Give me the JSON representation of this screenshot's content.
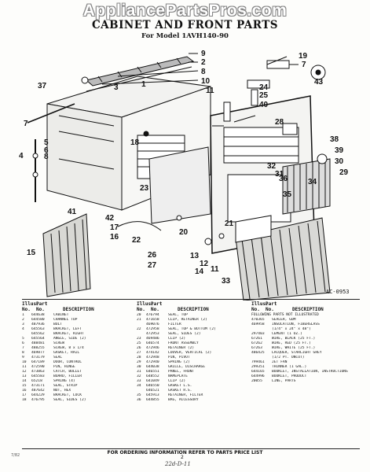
{
  "watermark": "AppliancePartsPros.com",
  "title": "CABINET AND FRONT PARTS",
  "subtitle": "For Model 1AVH140-90",
  "diagram_code": "AC-0953",
  "callouts": [
    "1",
    "2",
    "3",
    "4",
    "5",
    "6",
    "7",
    "8",
    "9",
    "10",
    "11",
    "12",
    "13",
    "14",
    "15",
    "16",
    "17",
    "18",
    "19",
    "20",
    "21",
    "22",
    "23",
    "24",
    "25",
    "26",
    "27",
    "28",
    "29",
    "30",
    "31",
    "32",
    "33",
    "34",
    "35",
    "36",
    "37",
    "38",
    "39",
    "40",
    "41",
    "42",
    "43"
  ],
  "headers": {
    "illus": "Illus.",
    "no": "No.",
    "part": "Part",
    "partno": "No.",
    "desc": "DESCRIPTION"
  },
  "column1": [
    {
      "illus": "1",
      "part": "644638",
      "desc": "CABINET"
    },
    {
      "illus": "2",
      "part": "644580",
      "desc": "CHANNEL TOP"
    },
    {
      "illus": "3",
      "part": "487936",
      "desc": "BOLT"
    },
    {
      "illus": "4",
      "part": "645563",
      "desc": "BRACKET, LEFT"
    },
    {
      "illus": "",
      "part": "645562",
      "desc": "BRACKET, RIGHT"
    },
    {
      "illus": "5",
      "part": "645564",
      "desc": "ANGLE, SIDE (2)"
    },
    {
      "illus": "6",
      "part": "488481",
      "desc": "SCREW"
    },
    {
      "illus": "7",
      "part": "488255",
      "desc": "SCREW, 8 x 1/4"
    },
    {
      "illus": "8",
      "part": "469877",
      "desc": "GASKET, RAIL"
    },
    {
      "illus": "9",
      "part": "473179",
      "desc": "SEAL"
    },
    {
      "illus": "10",
      "part": "647189",
      "desc": "DOOR, CONTROL"
    },
    {
      "illus": "11",
      "part": "472590",
      "desc": "PIN, HINGE"
    },
    {
      "illus": "12",
      "part": "473863",
      "desc": "CATCH, BULLET"
    },
    {
      "illus": "13",
      "part": "645583",
      "desc": "BOARD, FILLER"
    },
    {
      "illus": "14",
      "part": "65218",
      "desc": "SPRING (4)"
    },
    {
      "illus": "15",
      "part": "473171",
      "desc": "SEAL, STRIP"
    },
    {
      "illus": "16",
      "part": "487642",
      "desc": "NUT, HEX"
    },
    {
      "illus": "17",
      "part": "644229",
      "desc": "BRACKET, LOCK"
    },
    {
      "illus": "18",
      "part": "476795",
      "desc": "SEAL, SIDES (2)"
    }
  ],
  "column2": [
    {
      "illus": "20",
      "part": "476794",
      "desc": "SEAL, TOP"
    },
    {
      "illus": "21",
      "part": "471658",
      "desc": "CLIP, RETAINER (2)"
    },
    {
      "illus": "",
      "part": "469076",
      "desc": "FILTER"
    },
    {
      "illus": "22",
      "part": "472958",
      "desc": "SEAL, TOP & BOTTOM (2)"
    },
    {
      "illus": "",
      "part": "472953",
      "desc": "SEAL, SIDES (2)"
    },
    {
      "illus": "23",
      "part": "469486",
      "desc": "CLIP (2)"
    },
    {
      "illus": "25",
      "part": "646574",
      "desc": "FRONT ASSEMBLY"
    },
    {
      "illus": "26",
      "part": "472946",
      "desc": "RETAINER (2)"
    },
    {
      "illus": "27",
      "part": "474142",
      "desc": "LOUVER, VERTICAL (2)"
    },
    {
      "illus": "28",
      "part": "472948",
      "desc": "PIN, PIVOT"
    },
    {
      "illus": "29",
      "part": "472940",
      "desc": "SPRING (2)"
    },
    {
      "illus": "30",
      "part": "644038",
      "desc": "GRILLE, DISCHARGE"
    },
    {
      "illus": "31",
      "part": "646551",
      "desc": "PANEL, FRONT"
    },
    {
      "illus": "32",
      "part": "648552",
      "desc": "NAMEPLATE"
    },
    {
      "illus": "33",
      "part": "641049",
      "desc": "CLIP (2)"
    },
    {
      "illus": "34",
      "part": "646550",
      "desc": "GASKET L.S."
    },
    {
      "illus": "",
      "part": "646521",
      "desc": "GASKET R.S."
    },
    {
      "illus": "35",
      "part": "645913",
      "desc": "RETAINER, FILTER"
    },
    {
      "illus": "36",
      "part": "644855",
      "desc": "BAG, ACCESSORY"
    }
  ],
  "column3_header": "FOLLOWING PARTS NOT ILLUSTRATED",
  "column3": [
    {
      "part": "470365",
      "desc": "SEALER, GUM"
    },
    {
      "part": "469958",
      "desc": "INSULATION, FIBERGLASS"
    },
    {
      "part": "",
      "desc": "(1/4\" x 24\" x 48\")"
    },
    {
      "part": "297403",
      "desc": "CEMENT (1 OZ.)"
    },
    {
      "part": "67261",
      "desc": "WIRE, BLACK (25 FT.)"
    },
    {
      "part": "67262",
      "desc": "WIRE, RED (25 FT.)"
    },
    {
      "part": "67263",
      "desc": "WIRE, WHITE (25 FT.)"
    },
    {
      "part": "486425",
      "desc": "LACQUER, STARLIGHT GREY"
    },
    {
      "part": "",
      "desc": "(1/2 PT. UNCUT)"
    },
    {
      "part": "799461",
      "desc": "JET FAN"
    },
    {
      "part": "299351",
      "desc": "THINNER (1 GAL.)"
    },
    {
      "part": "644165",
      "desc": "BOOKLET, INSTALLATION, INSTRUCTIONS"
    },
    {
      "part": "644996",
      "desc": "BOOKLET, PRODUCT"
    },
    {
      "part": "20055",
      "desc": "LINE, PARTS"
    }
  ],
  "footer_note": "FOR ORDERING INFORMATION REFER TO PARTS PRICE LIST",
  "page_number": "2",
  "small_left": "7/82",
  "handwriting": "22d-D-11"
}
